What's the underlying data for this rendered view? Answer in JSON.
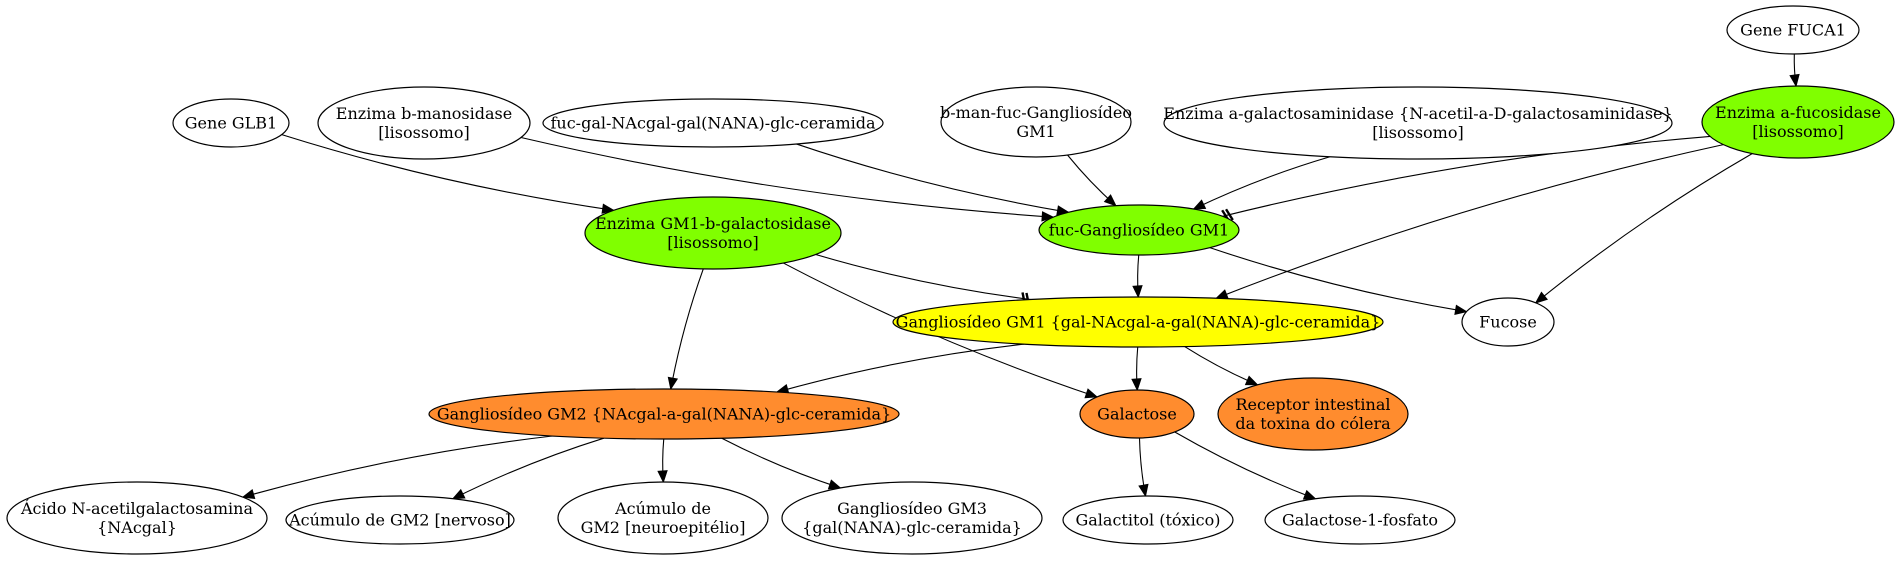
{
  "colors": {
    "green": "#80ff00",
    "yellow": "#ffff00",
    "orange": "#ff8c2e",
    "white": "#ffffff"
  },
  "nodes": {
    "gene_glb1": {
      "lines": [
        "Gene GLB1"
      ],
      "color": "white"
    },
    "b_manosidase": {
      "lines": [
        "Enzima b-manosidase",
        "[lisossomo]"
      ],
      "color": "white"
    },
    "fuc_gal_ceramida": {
      "lines": [
        "fuc-gal-NAcgal-gal(NANA)-glc-ceramida"
      ],
      "color": "white"
    },
    "b_man_fuc_gm1": {
      "lines": [
        "b-man-fuc-Gangliosídeo",
        "GM1"
      ],
      "color": "white"
    },
    "a_galactosaminidase": {
      "lines": [
        "Enzima a-galactosaminidase {N-acetil-a-D-galactosaminidase}",
        "[lisossomo]"
      ],
      "color": "white"
    },
    "gene_fuca1": {
      "lines": [
        "Gene FUCA1"
      ],
      "color": "white"
    },
    "a_fucosidase": {
      "lines": [
        "Enzima a-fucosidase",
        "[lisossomo]"
      ],
      "color": "green"
    },
    "gm1_b_galactosidase": {
      "lines": [
        "Enzima GM1-b-galactosidase",
        "[lisossomo]"
      ],
      "color": "green"
    },
    "fuc_gm1": {
      "lines": [
        "fuc-Gangliosídeo GM1"
      ],
      "color": "green"
    },
    "gm1": {
      "lines": [
        "Gangliosídeo GM1 {gal-NAcgal-a-gal(NANA)-glc-ceramida}"
      ],
      "color": "yellow"
    },
    "fucose": {
      "lines": [
        "Fucose"
      ],
      "color": "white"
    },
    "gm2": {
      "lines": [
        "Gangliosídeo GM2 {NAcgal-a-gal(NANA)-glc-ceramida}"
      ],
      "color": "orange"
    },
    "galactose": {
      "lines": [
        "Galactose"
      ],
      "color": "orange"
    },
    "receptor_colera": {
      "lines": [
        "Receptor intestinal",
        "da toxina do cólera"
      ],
      "color": "orange"
    },
    "acido_nacetil": {
      "lines": [
        "Ácido N-acetilgalactosamina",
        "{NAcgal}"
      ],
      "color": "white"
    },
    "acumulo_nervoso": {
      "lines": [
        "Acúmulo de GM2 [nervoso]"
      ],
      "color": "white"
    },
    "acumulo_neuro": {
      "lines": [
        "Acúmulo de",
        "GM2 [neuroepitélio]"
      ],
      "color": "white"
    },
    "gm3": {
      "lines": [
        "Gangliosídeo GM3",
        "{gal(NANA)-glc-ceramida}"
      ],
      "color": "white"
    },
    "galactitol": {
      "lines": [
        "Galactitol (tóxico)"
      ],
      "color": "white"
    },
    "galactose_1_fosfato": {
      "lines": [
        "Galactose-1-fosfato"
      ],
      "color": "white"
    }
  },
  "edges": [
    {
      "from": "gene_glb1",
      "to": "gm1_b_galactosidase",
      "type": "arrow"
    },
    {
      "from": "b_manosidase",
      "to": "fuc_gm1",
      "type": "arrow"
    },
    {
      "from": "fuc_gal_ceramida",
      "to": "fuc_gm1",
      "type": "arrow"
    },
    {
      "from": "b_man_fuc_gm1",
      "to": "fuc_gm1",
      "type": "arrow"
    },
    {
      "from": "a_galactosaminidase",
      "to": "fuc_gm1",
      "type": "arrow"
    },
    {
      "from": "gene_fuca1",
      "to": "a_fucosidase",
      "type": "arrow"
    },
    {
      "from": "a_fucosidase",
      "to": "fuc_gm1",
      "type": "inhibit"
    },
    {
      "from": "a_fucosidase",
      "to": "gm1",
      "type": "arrow"
    },
    {
      "from": "a_fucosidase",
      "to": "fucose",
      "type": "arrow"
    },
    {
      "from": "fuc_gm1",
      "to": "gm1",
      "type": "arrow"
    },
    {
      "from": "fuc_gm1",
      "to": "fucose",
      "type": "arrow"
    },
    {
      "from": "gm1_b_galactosidase",
      "to": "gm1",
      "type": "inhibit"
    },
    {
      "from": "gm1_b_galactosidase",
      "to": "gm2",
      "type": "arrow"
    },
    {
      "from": "gm1_b_galactosidase",
      "to": "galactose",
      "type": "arrow"
    },
    {
      "from": "gm1",
      "to": "gm2",
      "type": "arrow"
    },
    {
      "from": "gm1",
      "to": "galactose",
      "type": "arrow"
    },
    {
      "from": "gm1",
      "to": "receptor_colera",
      "type": "arrow"
    },
    {
      "from": "gm2",
      "to": "acido_nacetil",
      "type": "arrow"
    },
    {
      "from": "gm2",
      "to": "acumulo_nervoso",
      "type": "arrow"
    },
    {
      "from": "gm2",
      "to": "acumulo_neuro",
      "type": "arrow"
    },
    {
      "from": "gm2",
      "to": "gm3",
      "type": "arrow"
    },
    {
      "from": "galactose",
      "to": "galactitol",
      "type": "arrow"
    },
    {
      "from": "galactose",
      "to": "galactose_1_fosfato",
      "type": "arrow"
    }
  ]
}
